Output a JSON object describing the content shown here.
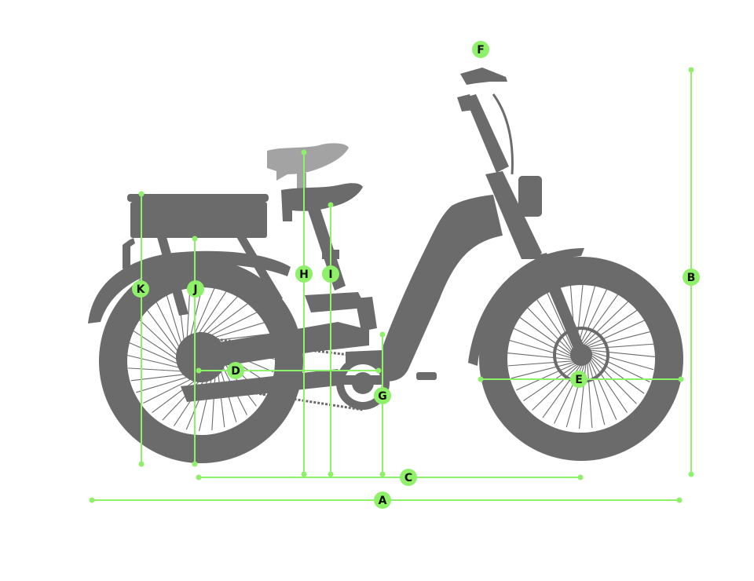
{
  "colors": {
    "background": "#ffffff",
    "bike": "#6b6b6b",
    "seat_high": "#a3a3a3",
    "measure": "#8ff06a",
    "label_text": "#111111"
  },
  "labels": {
    "a": "A",
    "b": "B",
    "c": "C",
    "d": "D",
    "e": "E",
    "f": "F",
    "g": "G",
    "h": "H",
    "i": "I",
    "j": "J",
    "k": "K"
  }
}
